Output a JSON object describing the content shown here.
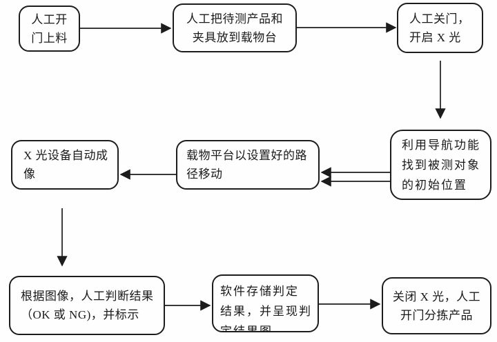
{
  "colors": {
    "background": "#fefefe",
    "stroke": "#1c1c1c",
    "text": "#1a1a1a"
  },
  "nodes": [
    {
      "id": "manual-open-door-load",
      "text": "人工开\n门上料"
    },
    {
      "id": "place-product-on-stage",
      "text": "人工把待测产品和\n夹具放到载物台"
    },
    {
      "id": "close-door-xray-on",
      "text": "人工关门，\n开启 X 光"
    },
    {
      "id": "navigate-initial-position",
      "text": "利用导航功能\n找到被测对象\n的初始位置"
    },
    {
      "id": "stage-move-preset-path",
      "text": "载物平台以设置好的路\n径移动"
    },
    {
      "id": "xray-auto-imaging",
      "text": "X 光设备自动成\n像"
    },
    {
      "id": "manual-judge-result",
      "text": "根据图像，人工判断结果\n（OK 或 NG)，并标示"
    },
    {
      "id": "software-store-result",
      "text": "软件存储判定\n结果，并呈现判\n定结果图"
    },
    {
      "id": "close-xray-sort-product",
      "text": "关闭 X 光，人工\n开门分拣产品"
    }
  ],
  "connections": [
    {
      "from": "manual-open-door-load",
      "to": "place-product-on-stage",
      "style": "single"
    },
    {
      "from": "place-product-on-stage",
      "to": "close-door-xray-on",
      "style": "single"
    },
    {
      "from": "close-door-xray-on",
      "to": "navigate-initial-position",
      "style": "single"
    },
    {
      "from": "navigate-initial-position",
      "to": "stage-move-preset-path",
      "style": "double"
    },
    {
      "from": "stage-move-preset-path",
      "to": "xray-auto-imaging",
      "style": "single"
    },
    {
      "from": "xray-auto-imaging",
      "to": "manual-judge-result",
      "style": "single"
    },
    {
      "from": "manual-judge-result",
      "to": "software-store-result",
      "style": "single"
    },
    {
      "from": "software-store-result",
      "to": "close-xray-sort-product",
      "style": "single"
    }
  ]
}
